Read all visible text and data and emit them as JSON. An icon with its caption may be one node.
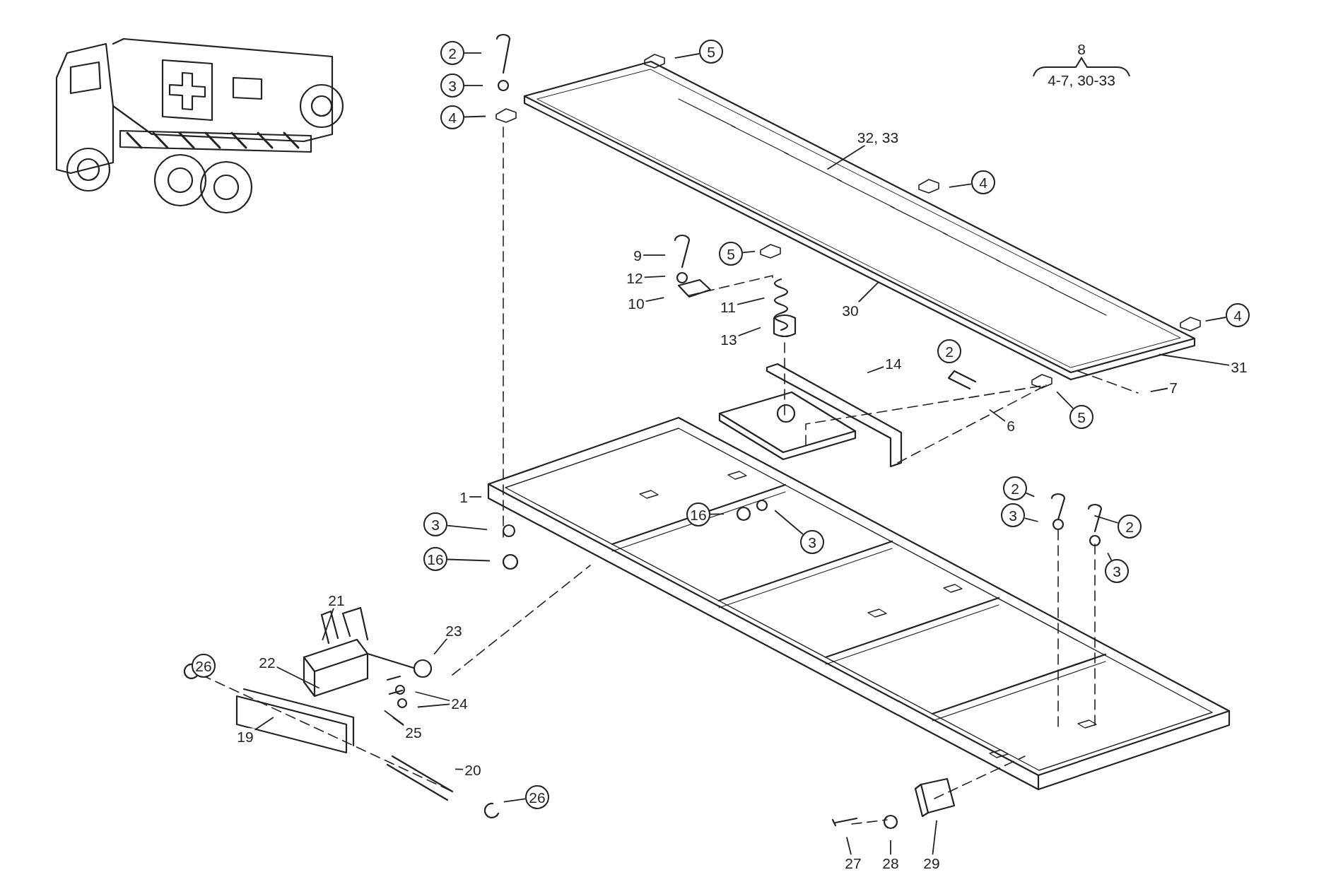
{
  "diagram": {
    "nodes": [
      {
        "text": [
          "2"
        ]
      },
      {
        "text": [
          "3"
        ]
      },
      {
        "text": [
          "4"
        ]
      },
      {
        "text": [
          "5"
        ]
      },
      {
        "text": [
          "32, 33"
        ]
      },
      {
        "text": [
          "4"
        ]
      },
      {
        "text": [
          "9"
        ]
      },
      {
        "text": [
          "5"
        ]
      },
      {
        "text": [
          "12"
        ]
      },
      {
        "text": [
          "10"
        ]
      },
      {
        "text": [
          "11"
        ]
      },
      {
        "text": [
          "30"
        ]
      },
      {
        "text": [
          "13"
        ]
      },
      {
        "text": [
          "4"
        ]
      },
      {
        "text": [
          "2"
        ]
      },
      {
        "text": [
          "14"
        ]
      },
      {
        "text": [
          "31"
        ]
      },
      {
        "text": [
          "7"
        ]
      },
      {
        "text": [
          "6"
        ]
      },
      {
        "text": [
          "5"
        ]
      },
      {
        "text": [
          "1"
        ]
      },
      {
        "text": [
          "2"
        ]
      },
      {
        "text": [
          "16"
        ]
      },
      {
        "text": [
          "3"
        ]
      },
      {
        "text": [
          "3"
        ]
      },
      {
        "text": [
          "2"
        ]
      },
      {
        "text": [
          "3"
        ]
      },
      {
        "text": [
          "3"
        ]
      },
      {
        "text": [
          "16"
        ]
      },
      {
        "text": [
          "21"
        ]
      },
      {
        "text": [
          "23"
        ]
      },
      {
        "text": [
          "26"
        ]
      },
      {
        "text": [
          "22"
        ]
      },
      {
        "text": [
          "24"
        ]
      },
      {
        "text": [
          "25"
        ]
      },
      {
        "text": [
          "19"
        ]
      },
      {
        "text": [
          "20"
        ]
      },
      {
        "text": [
          "26"
        ]
      },
      {
        "text": [
          "27"
        ]
      },
      {
        "text": [
          "28"
        ]
      },
      {
        "text": [
          "29"
        ]
      }
    ],
    "edges": [
      {
        "from": 0,
        "to": null,
        "arrow": "none"
      },
      {
        "from": 1,
        "to": null,
        "arrow": "none"
      },
      {
        "from": 2,
        "to": null,
        "arrow": "none"
      },
      {
        "from": 3,
        "to": null,
        "arrow": "none"
      },
      {
        "from": 4,
        "to": null,
        "arrow": "none"
      },
      {
        "from": 5,
        "to": null,
        "arrow": "none"
      },
      {
        "from": 6,
        "to": null,
        "arrow": "none"
      },
      {
        "from": 7,
        "to": null,
        "arrow": "none"
      },
      {
        "from": 8,
        "to": null,
        "arrow": "none"
      },
      {
        "from": 9,
        "to": null,
        "arrow": "none"
      },
      {
        "from": 10,
        "to": null,
        "arrow": "none"
      },
      {
        "from": 11,
        "to": null,
        "arrow": "none"
      },
      {
        "from": 12,
        "to": null,
        "arrow": "none"
      },
      {
        "from": 13,
        "to": null,
        "arrow": "none"
      },
      {
        "from": 14,
        "to": null,
        "arrow": "none"
      },
      {
        "from": 15,
        "to": null,
        "arrow": "none"
      },
      {
        "from": 16,
        "to": null,
        "arrow": "none"
      },
      {
        "from": 17,
        "to": null,
        "arrow": "none"
      },
      {
        "from": 18,
        "to": null,
        "arrow": "none"
      },
      {
        "from": 19,
        "to": null,
        "arrow": "none"
      },
      {
        "from": 20,
        "to": null,
        "arrow": "none"
      },
      {
        "from": 21,
        "to": null,
        "arrow": "none"
      },
      {
        "from": 22,
        "to": null,
        "arrow": "none"
      },
      {
        "from": 23,
        "to": null,
        "arrow": "none"
      },
      {
        "from": 24,
        "to": null,
        "arrow": "none"
      },
      {
        "from": 25,
        "to": null,
        "arrow": "none"
      },
      {
        "from": 26,
        "to": null,
        "arrow": "none"
      },
      {
        "from": 27,
        "to": null,
        "arrow": "none"
      },
      {
        "from": 28,
        "to": null,
        "arrow": "none"
      },
      {
        "from": 29,
        "to": null,
        "arrow": "none"
      },
      {
        "from": 30,
        "to": null,
        "arrow": "none"
      },
      {
        "from": 31,
        "to": null,
        "arrow": "none"
      },
      {
        "from": 32,
        "to": null,
        "arrow": "none"
      },
      {
        "from": 33,
        "to": null,
        "arrow": "none"
      },
      {
        "from": 33,
        "to": null,
        "arrow": "none"
      },
      {
        "from": 34,
        "to": null,
        "arrow": "none"
      },
      {
        "from": 34,
        "to": null,
        "arrow": "none"
      },
      {
        "from": 35,
        "to": null,
        "arrow": "none"
      },
      {
        "from": 36,
        "to": null,
        "arrow": "none"
      },
      {
        "from": 37,
        "to": null,
        "arrow": "none"
      },
      {
        "from": 38,
        "to": null,
        "arrow": "none"
      },
      {
        "from": 39,
        "to": null,
        "arrow": "none"
      },
      {
        "from": 40,
        "to": null,
        "arrow": "none"
      }
    ],
    "labels": [
      "8",
      "4-7, 30-33"
    ]
  }
}
